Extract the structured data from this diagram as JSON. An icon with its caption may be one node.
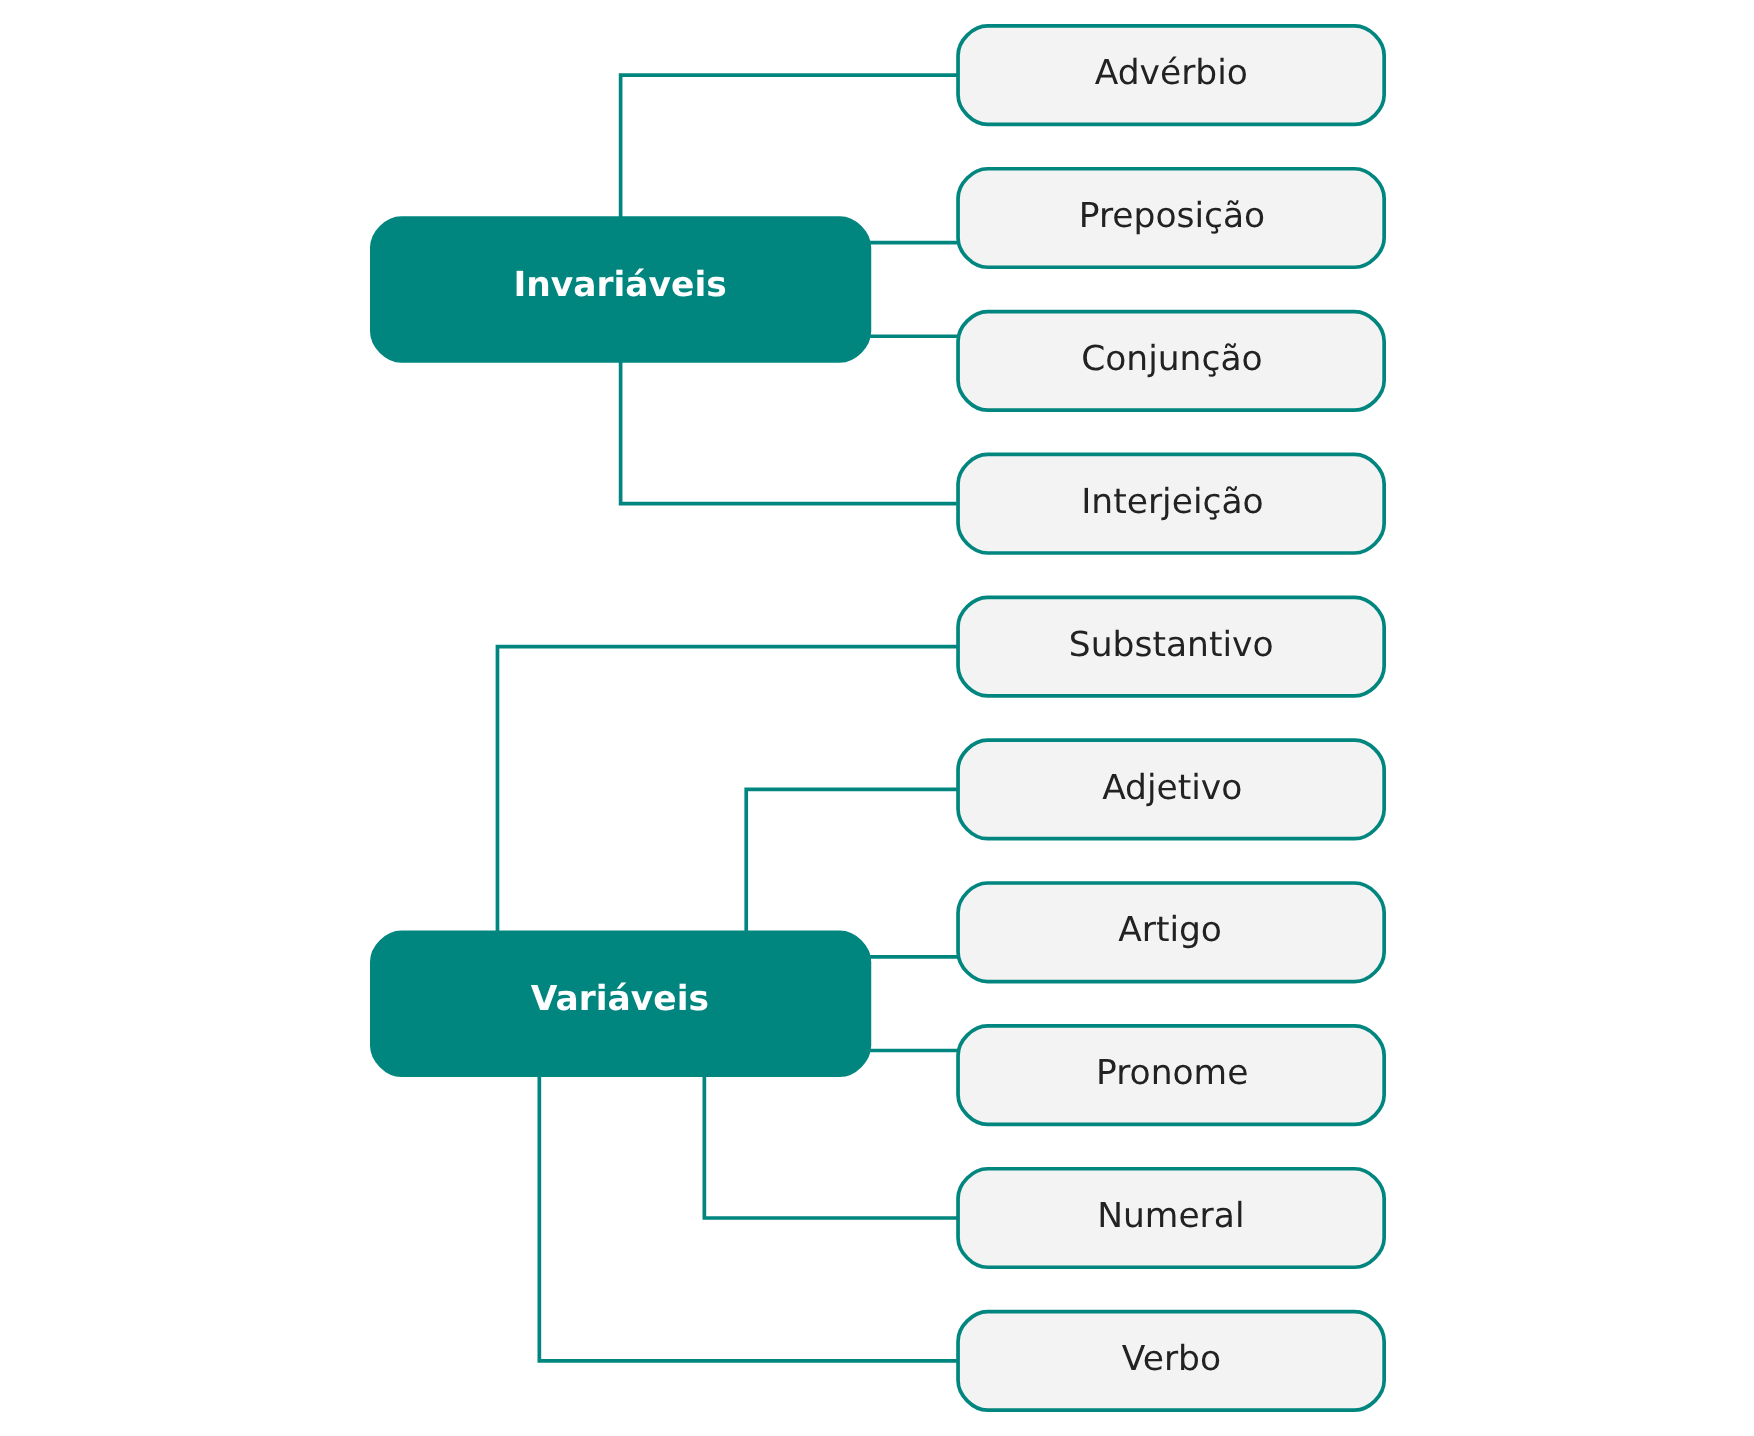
{
  "diagram": {
    "nodes": [
      {
        "text": [
          "Variáveis"
        ]
      },
      {
        "text": [
          "Substantivo"
        ]
      },
      {
        "text": [
          "Adjetivo"
        ]
      },
      {
        "text": [
          "Artigo"
        ]
      },
      {
        "text": [
          "Pronome"
        ]
      },
      {
        "text": [
          "Numeral"
        ]
      },
      {
        "text": [
          "Verbo"
        ]
      },
      {
        "text": [
          "Invariáveis"
        ]
      },
      {
        "text": [
          "Advérbio"
        ]
      },
      {
        "text": [
          "Preposição"
        ]
      },
      {
        "text": [
          "Conjunção"
        ]
      },
      {
        "text": [
          "Interjeição"
        ]
      }
    ],
    "edges": [
      {
        "from": 0,
        "to": 1,
        "arrow": "none"
      },
      {
        "from": 0,
        "to": 2,
        "arrow": "none"
      },
      {
        "from": 0,
        "to": 3,
        "arrow": "none"
      },
      {
        "from": 0,
        "to": 4,
        "arrow": "none"
      },
      {
        "from": 0,
        "to": 5,
        "arrow": "none"
      },
      {
        "from": 0,
        "to": 6,
        "arrow": "none"
      },
      {
        "from": 7,
        "to": 8,
        "arrow": "none"
      },
      {
        "from": 7,
        "to": 9,
        "arrow": "none"
      },
      {
        "from": 7,
        "to": 10,
        "arrow": "none"
      },
      {
        "from": 7,
        "to": 11,
        "arrow": "none"
      }
    ]
  }
}
